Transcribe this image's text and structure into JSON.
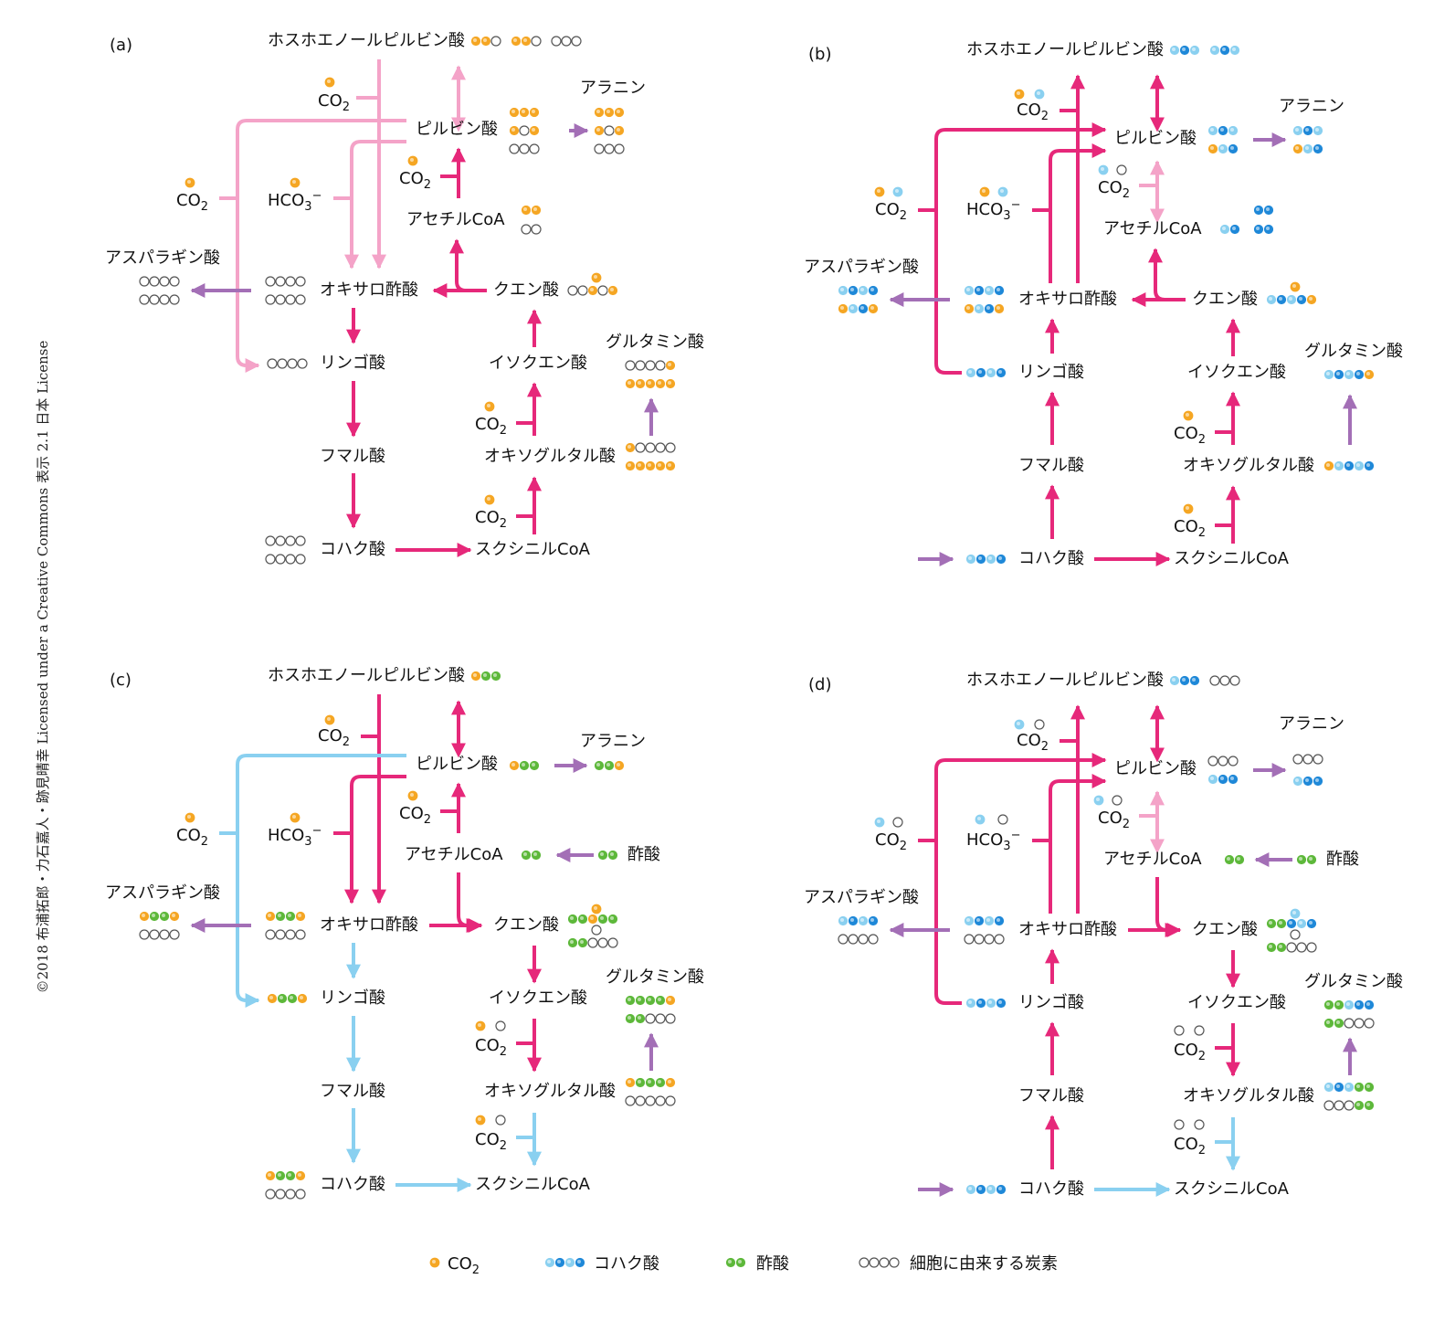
{
  "copyright": "©2018 布浦拓郎・力石嘉人・跡見晴幸 Licensed under a Creative Commons 表示 2.1 日本 License",
  "colors": {
    "orange": "#f5a623",
    "blue": "#1e88d8",
    "light_blue": "#8ad0f0",
    "green": "#5db83a",
    "gray": "#666666",
    "magenta": "#e6287a",
    "pink": "#f4a3c8",
    "purple": "#a36fb6"
  },
  "panels": [
    {
      "label": "(a)",
      "nodes": {
        "pep": "ホスホエノールピルビン酸",
        "pyr": "ピルビン酸",
        "ala": "アラニン",
        "acoa": "アセチルCoA",
        "oaa": "オキサロ酢酸",
        "cit": "クエン酸",
        "asp": "アスパラギン酸",
        "mal": "リンゴ酸",
        "icit": "イソクエン酸",
        "glu": "グルタミン酸",
        "akg": "オキソグルタル酸",
        "fum": "フマル酸",
        "suc": "コハク酸",
        "scoa": "スクシニルCoA",
        "co2_1": "CO2",
        "co2_2": "CO2",
        "co2_3": "CO2",
        "hco3": "HCO3−",
        "co2_4": "CO2",
        "co2_5": "CO2"
      }
    },
    {
      "label": "(b)",
      "nodes": {
        "pep": "ホスホエノールピルビン酸",
        "pyr": "ピルビン酸",
        "ala": "アラニン",
        "acoa": "アセチルCoA",
        "oaa": "オキサロ酢酸",
        "cit": "クエン酸",
        "asp": "アスパラギン酸",
        "mal": "リンゴ酸",
        "icit": "イソクエン酸",
        "glu": "グルタミン酸",
        "akg": "オキソグルタル酸",
        "fum": "フマル酸",
        "suc": "コハク酸",
        "scoa": "スクシニルCoA",
        "co2_1": "CO2",
        "co2_2": "CO2",
        "co2_3": "CO2",
        "hco3": "HCO3−",
        "co2_4": "CO2",
        "co2_5": "CO2"
      }
    },
    {
      "label": "(c)",
      "nodes": {
        "pep": "ホスホエノールピルビン酸",
        "pyr": "ピルビン酸",
        "ala": "アラニン",
        "acoa": "アセチルCoA",
        "ace": "酢酸",
        "oaa": "オキサロ酢酸",
        "cit": "クエン酸",
        "asp": "アスパラギン酸",
        "mal": "リンゴ酸",
        "icit": "イソクエン酸",
        "glu": "グルタミン酸",
        "akg": "オキソグルタル酸",
        "fum": "フマル酸",
        "suc": "コハク酸",
        "scoa": "スクシニルCoA",
        "co2_1": "CO2",
        "co2_2": "CO2",
        "co2_3": "CO2",
        "hco3": "HCO3−",
        "co2_4": "CO2",
        "co2_5": "CO2"
      }
    },
    {
      "label": "(d)",
      "nodes": {
        "pep": "ホスホエノールピルビン酸",
        "pyr": "ピルビン酸",
        "ala": "アラニン",
        "acoa": "アセチルCoA",
        "ace": "酢酸",
        "oaa": "オキサロ酢酸",
        "cit": "クエン酸",
        "asp": "アスパラギン酸",
        "mal": "リンゴ酸",
        "icit": "イソクエン酸",
        "glu": "グルタミン酸",
        "akg": "オキソグルタル酸",
        "fum": "フマル酸",
        "suc": "コハク酸",
        "scoa": "スクシニルCoA",
        "co2_1": "CO2",
        "co2_2": "CO2",
        "co2_3": "CO2",
        "hco3": "HCO3−",
        "co2_4": "CO2",
        "co2_5": "CO2"
      }
    }
  ],
  "legend": [
    {
      "label": "CO2",
      "icon": "orange-circle"
    },
    {
      "label": "コハク酸",
      "icon": "blue-circle-chain"
    },
    {
      "label": "酢酸",
      "icon": "green-circle-chain"
    },
    {
      "label": "細胞に由来する炭素",
      "icon": "gray-circle-chain"
    }
  ]
}
